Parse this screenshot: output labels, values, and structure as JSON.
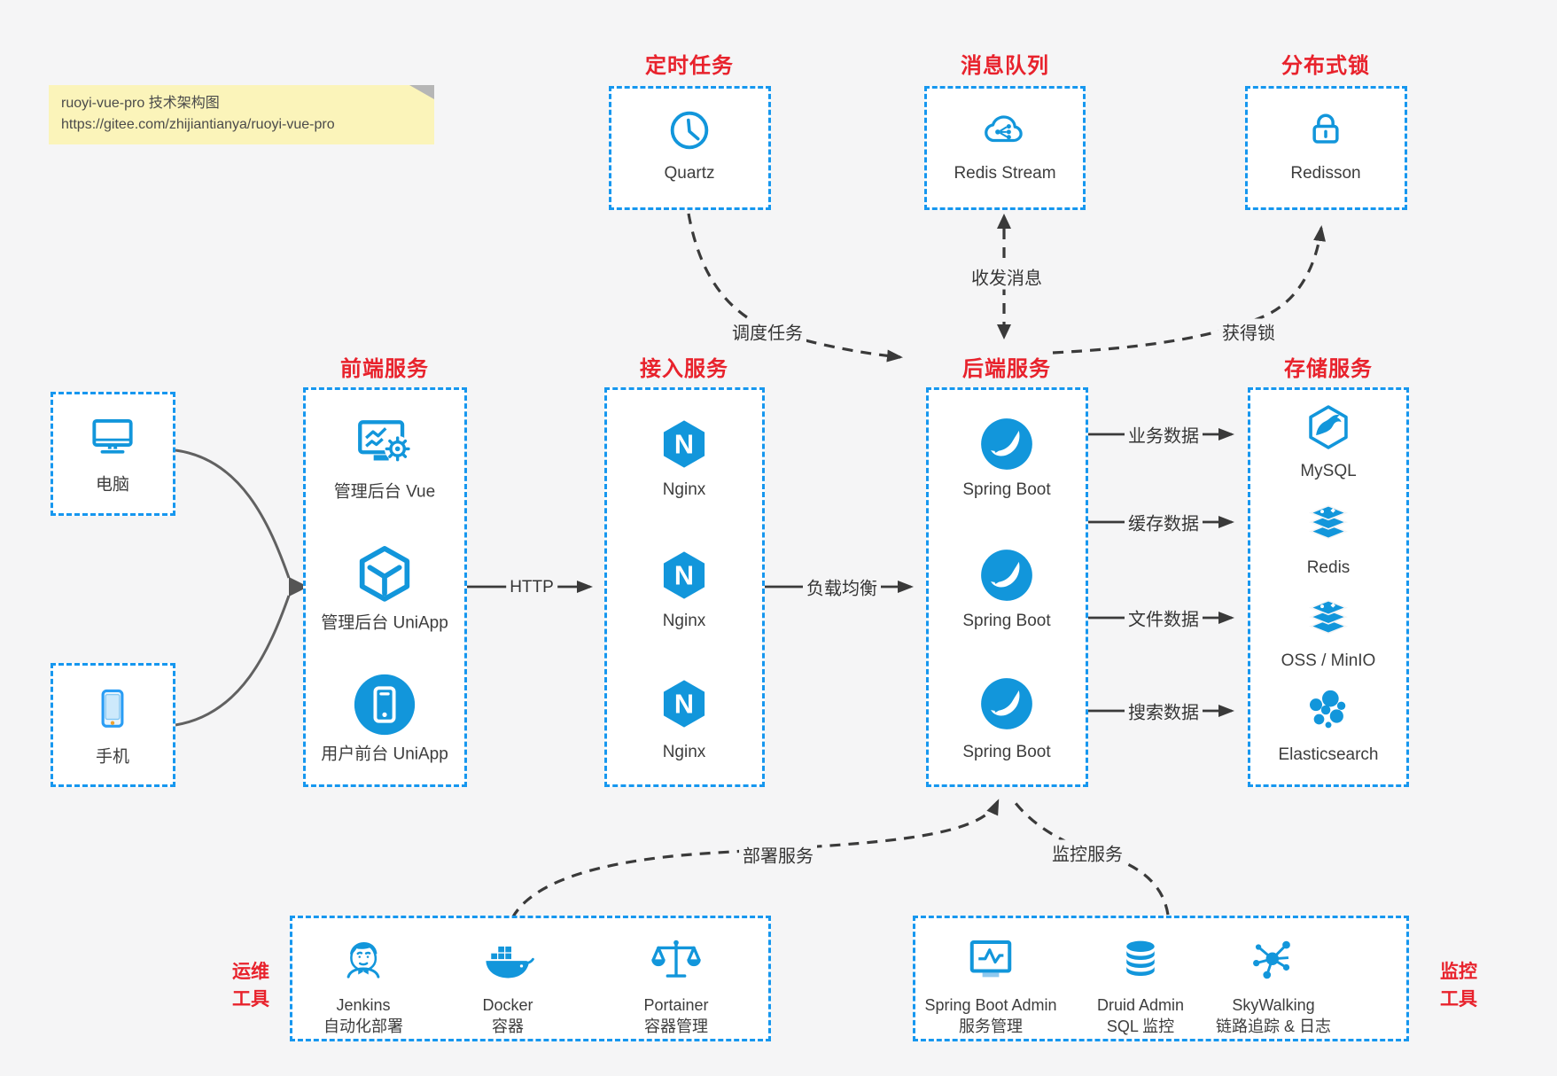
{
  "colors": {
    "background": "#f5f5f6",
    "box_border_blue": "#1697ef",
    "icon_blue": "#1296db",
    "title_red": "#e8222c",
    "note_bg": "#fbf4ba",
    "arrow_dark": "#3a3a3a",
    "arrow_gray": "#616161"
  },
  "note": {
    "line1": "ruoyi-vue-pro 技术架构图",
    "line2": "https://gitee.com/zhijiantianya/ruoyi-vue-pro"
  },
  "top_groups": [
    {
      "title": "定时任务",
      "item": {
        "label": "Quartz",
        "icon": "clock-icon"
      }
    },
    {
      "title": "消息队列",
      "item": {
        "label": "Redis Stream",
        "icon": "cloud-share-icon"
      }
    },
    {
      "title": "分布式锁",
      "item": {
        "label": "Redisson",
        "icon": "lock-icon"
      }
    }
  ],
  "devices": [
    {
      "label": "电脑",
      "icon": "desktop-icon"
    },
    {
      "label": "手机",
      "icon": "mobile-icon"
    }
  ],
  "columns": [
    {
      "title": "前端服务",
      "items": [
        {
          "label": "管理后台 Vue",
          "icon": "admin-vue-icon"
        },
        {
          "label": "管理后台 UniApp",
          "icon": "uniapp-cube-icon"
        },
        {
          "label": "用户前台 UniApp",
          "icon": "user-app-icon"
        }
      ]
    },
    {
      "title": "接入服务",
      "items": [
        {
          "label": "Nginx",
          "icon": "nginx-icon"
        },
        {
          "label": "Nginx",
          "icon": "nginx-icon"
        },
        {
          "label": "Nginx",
          "icon": "nginx-icon"
        }
      ]
    },
    {
      "title": "后端服务",
      "items": [
        {
          "label": "Spring Boot",
          "icon": "spring-boot-icon"
        },
        {
          "label": "Spring Boot",
          "icon": "spring-boot-icon"
        },
        {
          "label": "Spring Boot",
          "icon": "spring-boot-icon"
        }
      ]
    },
    {
      "title": "存储服务",
      "items": [
        {
          "label": "MySQL",
          "icon": "mysql-icon"
        },
        {
          "label": "Redis",
          "icon": "redis-stack-icon"
        },
        {
          "label": "OSS / MinIO",
          "icon": "oss-stack-icon"
        },
        {
          "label": "Elasticsearch",
          "icon": "elasticsearch-icon"
        }
      ]
    }
  ],
  "bottom_groups": [
    {
      "side_label": {
        "line1": "运维",
        "line2": "工具"
      },
      "items": [
        {
          "line1": "Jenkins",
          "line2": "自动化部署",
          "icon": "jenkins-icon"
        },
        {
          "line1": "Docker",
          "line2": "容器",
          "icon": "docker-icon"
        },
        {
          "line1": "Portainer",
          "line2": "容器管理",
          "icon": "portainer-icon"
        }
      ]
    },
    {
      "side_label": {
        "line1": "监控",
        "line2": "工具"
      },
      "items": [
        {
          "line1": "Spring Boot Admin",
          "line2": "服务管理",
          "icon": "spring-boot-admin-icon"
        },
        {
          "line1": "Druid Admin",
          "line2": "SQL 监控",
          "icon": "druid-icon"
        },
        {
          "line1": "SkyWalking",
          "line2": "链路追踪 & 日志",
          "icon": "skywalking-icon"
        }
      ]
    }
  ],
  "edge_labels": {
    "http": "HTTP",
    "load_balance": "负载均衡",
    "business_data": "业务数据",
    "cache_data": "缓存数据",
    "file_data": "文件数据",
    "search_data": "搜索数据",
    "schedule_job": "调度任务",
    "send_receive_message": "收发消息",
    "acquire_lock": "获得锁",
    "deploy_service": "部署服务",
    "monitor_service": "监控服务"
  }
}
